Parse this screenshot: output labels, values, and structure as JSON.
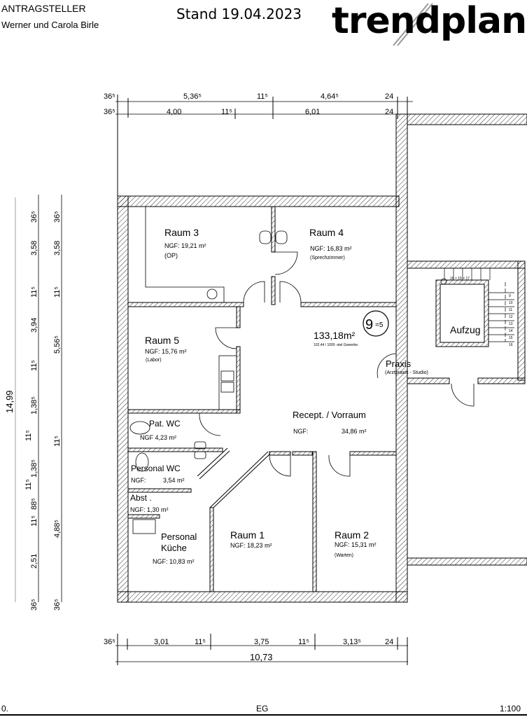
{
  "header": {
    "label": "ANTRAGSTELLER",
    "applicant": "Werner und Carola Birle",
    "stand": "Stand 19.04.2023",
    "logo_text": "trendplan",
    "logo_color": "#e30613"
  },
  "dims": {
    "top1": [
      "36⁵",
      "5,36⁵",
      "11⁵",
      "4,64⁵",
      "24"
    ],
    "top2": [
      "36⁵",
      "4,00",
      "11⁵",
      "6,01",
      "24"
    ],
    "left_total": "14,99",
    "left1": [
      "36⁵",
      "3,58",
      "11⁵",
      "3,94",
      "11⁵",
      "1,38⁵",
      "11⁵",
      "1,38⁵",
      "11⁵",
      "88⁵",
      "11⁵",
      "2,51",
      "36⁵"
    ],
    "left2": [
      "36⁵",
      "3,58",
      "11⁵",
      "5,56⁵",
      "11⁵",
      "4,88⁵",
      "36⁵"
    ],
    "bottom1": [
      "36⁵",
      "3,01",
      "11⁵",
      "3,75",
      "11⁵",
      "3,13⁵",
      "24"
    ],
    "bottom_total": "10,73"
  },
  "rooms": {
    "raum3": {
      "name": "Raum 3",
      "area": "NGF: 19,21 m²",
      "use": "(OP)"
    },
    "raum4": {
      "name": "Raum 4",
      "area": "NGF:  16,83 m²",
      "use": "(Sprechzimmer)"
    },
    "raum5": {
      "name": "Raum 5",
      "area": "NGF: 15,76 m²",
      "use": "(Labor)"
    },
    "patwc": {
      "name": "Pat. WC",
      "area": "NGF 4,23 m²"
    },
    "perswc": {
      "name": "Personal WC",
      "area_label": "NGF:",
      "area": "3,54 m²"
    },
    "abst": {
      "name": "Abst .",
      "area": "NGF: 1,30 m²"
    },
    "kueche": {
      "name1": "Personal",
      "name2": "Küche",
      "area": "NGF: 10,83 m²"
    },
    "raum1": {
      "name": "Raum 1",
      "area": "NGF: 18,23 m²"
    },
    "raum2": {
      "name": "Raum 2",
      "area": "NGF: 15,31 m²",
      "use": "(Warten)"
    },
    "recept": {
      "name": "Recept. / Vorraum",
      "area_label": "NGF:",
      "area": "34,86 m²"
    },
    "praxis": {
      "name": "Praxis",
      "use": "(Arztpraxis - Studio)"
    },
    "aufzug": {
      "name": "Aufzug"
    }
  },
  "total": {
    "area": "133,18m²",
    "note": "102,44 / 1000 -stel Gewerbe",
    "badge_main": "9",
    "badge_sub": "=5"
  },
  "stairs": {
    "steps": [
      "9",
      "10",
      "11",
      "12",
      "13",
      "14",
      "15",
      "16"
    ],
    "formula": "16 × 15 × 17"
  },
  "footer": {
    "left": "0.",
    "center": "EG",
    "right": "1:100"
  }
}
